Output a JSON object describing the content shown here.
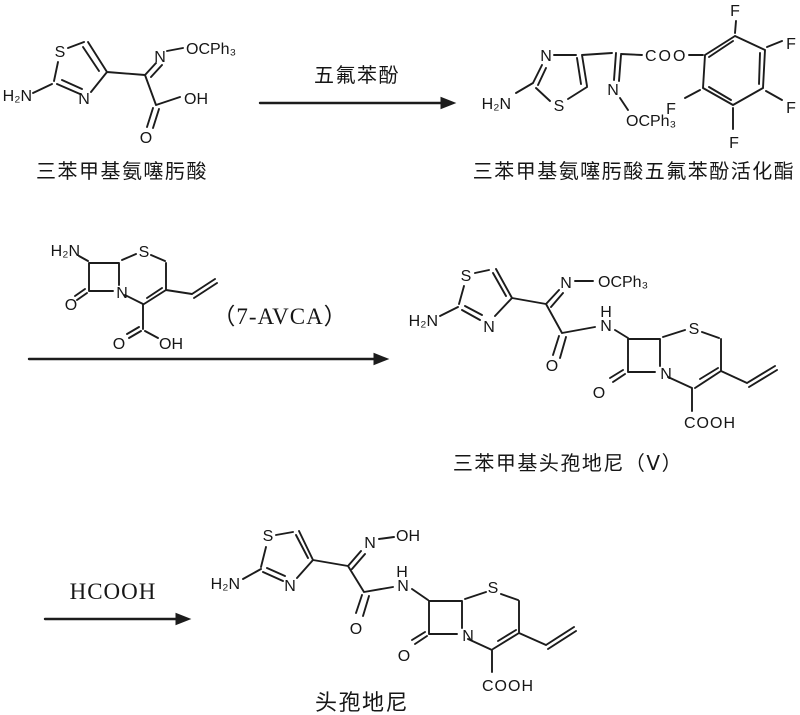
{
  "colors": {
    "ink": "#1c1c1c",
    "background": "#ffffff"
  },
  "step1": {
    "arrow_reagent": "五氟苯酚",
    "reactant": {
      "caption": "三苯甲基氨噻肟酸",
      "atoms": {
        "amine": "H₂N",
        "ring_s": "S",
        "ring_n": "N",
        "oxime_n": "N",
        "trityloxy": "OCPh₃",
        "acid_oh": "OH",
        "acid_o": "O"
      }
    },
    "product": {
      "caption": "三苯甲基氨噻肟酸五氟苯酚活化酯",
      "atoms": {
        "amine": "H₂N",
        "ring_n": "N",
        "ring_s": "S",
        "oxime_n": "N",
        "trityloxy": "OCPh₃",
        "ester": "COO",
        "f_top": "F",
        "f_topright": "F",
        "f_bottomright": "F",
        "f_bottom": "F",
        "f_bottomleft": "F"
      }
    }
  },
  "step2": {
    "arrow_reagent_caption": "（7-AVCA）",
    "reagent": {
      "atoms": {
        "amine": "H₂N",
        "ring_s": "S",
        "ring_n": "N",
        "lactam_o": "O",
        "acid_o": "O",
        "acid_oh": "OH"
      }
    },
    "product": {
      "caption": "三苯甲基头孢地尼（V）",
      "atoms": {
        "amine": "H₂N",
        "thiazole_s": "S",
        "thiazole_n": "N",
        "oxime_n": "N",
        "trityloxy": "OCPh₃",
        "amide_o": "O",
        "amide_h": "H",
        "amide_n": "N",
        "lactam_o": "O",
        "ring_n": "N",
        "ring_s": "S",
        "acid": "COOH"
      }
    }
  },
  "step3": {
    "arrow_reagent": "HCOOH",
    "product": {
      "caption": "头孢地尼",
      "atoms": {
        "amine": "H₂N",
        "thiazole_s": "S",
        "thiazole_n": "N",
        "oxime_n": "N",
        "oxime_oh": "OH",
        "amide_o": "O",
        "amide_h": "H",
        "amide_n": "N",
        "lactam_o": "O",
        "ring_n": "N",
        "ring_s": "S",
        "acid": "COOH"
      }
    }
  }
}
